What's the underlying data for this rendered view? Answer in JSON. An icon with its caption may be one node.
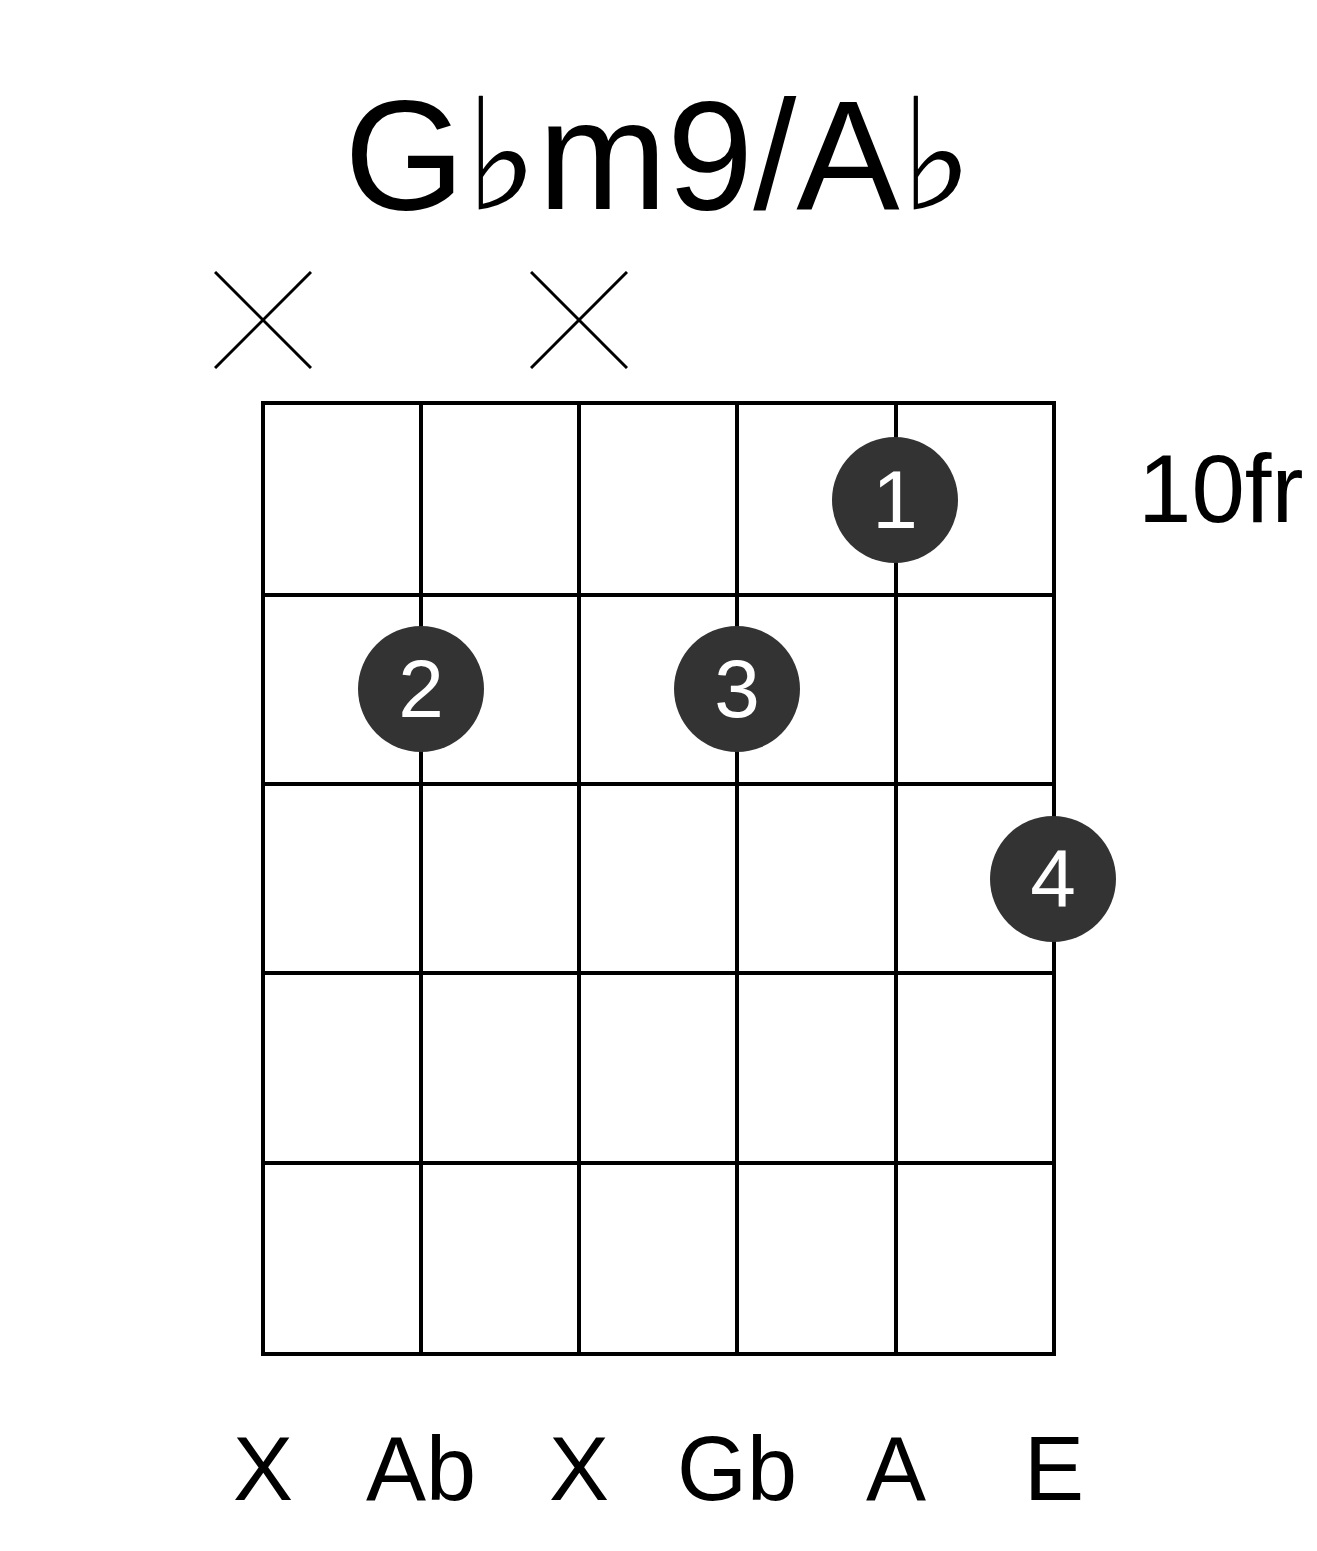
{
  "diagram": {
    "title": "G♭m9/A♭",
    "nodes": [
      {
        "text": [
          "1"
        ]
      },
      {
        "text": [
          "2"
        ]
      },
      {
        "text": [
          "3"
        ]
      },
      {
        "text": [
          "4"
        ]
      }
    ],
    "labels": [
      "10fr",
      "X",
      "Ab",
      "X",
      "Gb",
      "A",
      "E"
    ]
  }
}
